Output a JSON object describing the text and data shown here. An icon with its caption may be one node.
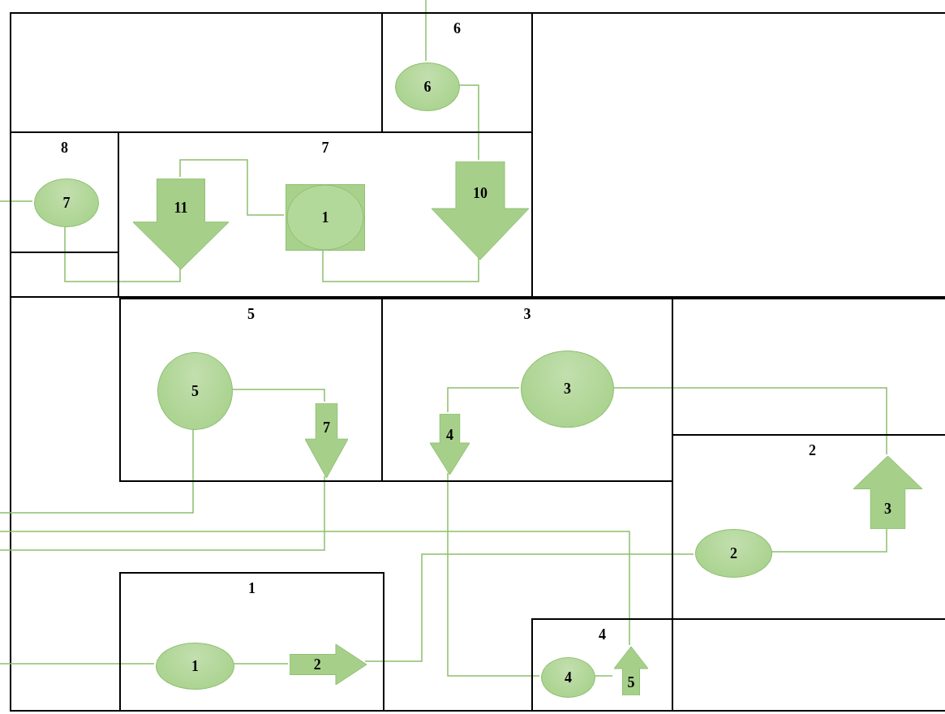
{
  "diagram": {
    "nodes": [
      {
        "text": [
          "6"
        ]
      },
      {
        "text": [
          "6"
        ],
        "in": 0
      },
      {
        "text": [
          "8"
        ]
      },
      {
        "text": [
          "7"
        ],
        "in": 2
      },
      {
        "text": [
          "7"
        ]
      },
      {
        "text": [
          "11"
        ],
        "in": 4
      },
      {
        "text": [
          "1"
        ],
        "in": 4
      },
      {
        "text": [
          "10"
        ],
        "in": 4
      },
      {
        "text": [
          "5"
        ]
      },
      {
        "text": [
          "5"
        ],
        "in": 8
      },
      {
        "text": [
          "7"
        ],
        "in": 8
      },
      {
        "text": [
          "3"
        ]
      },
      {
        "text": [
          "3"
        ],
        "in": 11
      },
      {
        "text": [
          "4"
        ],
        "in": 11
      },
      {
        "text": [
          "2"
        ]
      },
      {
        "text": [
          "3"
        ],
        "in": 14
      },
      {
        "text": [
          "2"
        ],
        "in": 14
      },
      {
        "text": [
          "1"
        ]
      },
      {
        "text": [
          "1"
        ],
        "in": 17
      },
      {
        "text": [
          "2"
        ],
        "in": 17
      },
      {
        "text": [
          "4"
        ]
      },
      {
        "text": [
          "4"
        ],
        "in": 20
      },
      {
        "text": [
          "5"
        ],
        "in": 20
      }
    ],
    "edges": [
      {
        "from": null,
        "to": 1,
        "arrow": "none"
      },
      {
        "from": 1,
        "to": 7,
        "arrow": "none"
      },
      {
        "from": null,
        "to": 3,
        "arrow": "none"
      },
      {
        "from": 3,
        "to": 5,
        "arrow": "none"
      },
      {
        "from": 5,
        "to": 6,
        "arrow": "none"
      },
      {
        "from": 6,
        "to": 7,
        "arrow": "none"
      },
      {
        "from": 9,
        "to": 10,
        "arrow": "none"
      },
      {
        "from": 9,
        "to": null,
        "arrow": "none"
      },
      {
        "from": 10,
        "to": null,
        "arrow": "none"
      },
      {
        "from": 12,
        "to": 13,
        "arrow": "none"
      },
      {
        "from": 12,
        "to": 15,
        "arrow": "none"
      },
      {
        "from": 16,
        "to": 15,
        "arrow": "none"
      },
      {
        "from": 16,
        "to": 19,
        "arrow": "none"
      },
      {
        "from": 13,
        "to": 21,
        "arrow": "none"
      },
      {
        "from": 21,
        "to": 22,
        "arrow": "none"
      },
      {
        "from": 22,
        "to": null,
        "arrow": "none"
      },
      {
        "from": 18,
        "to": 19,
        "arrow": "none"
      },
      {
        "from": null,
        "to": 18,
        "arrow": "none"
      }
    ]
  }
}
